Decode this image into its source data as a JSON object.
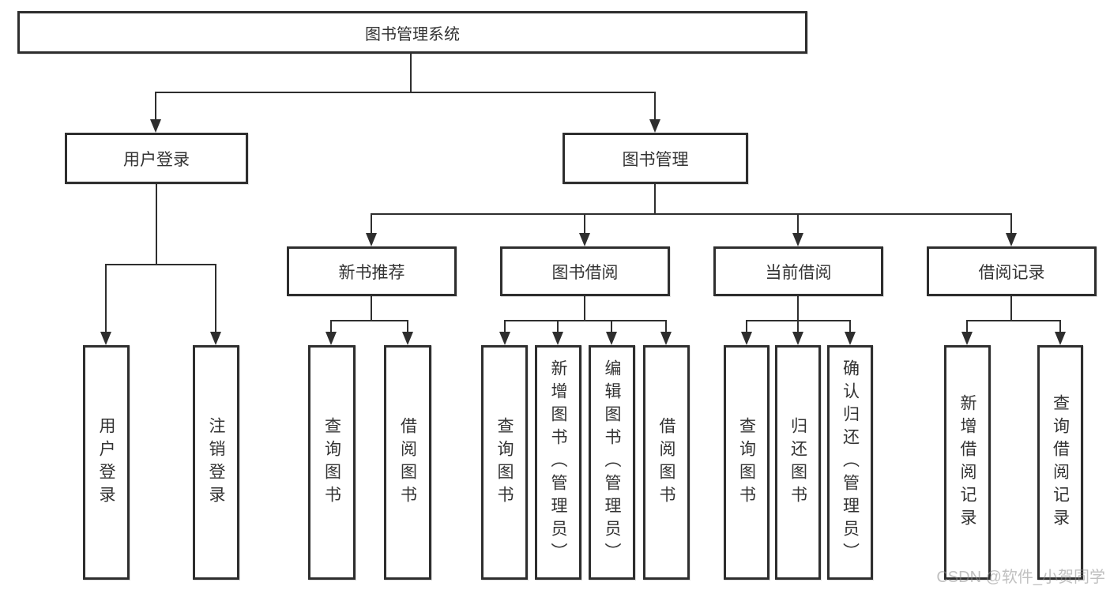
{
  "diagram": {
    "root": {
      "label": "图书管理系统"
    },
    "branches": [
      {
        "label": "用户登录",
        "children": [
          {
            "label": "用户登录"
          },
          {
            "label": "注销登录"
          }
        ]
      },
      {
        "label": "图书管理",
        "children": [
          {
            "label": "新书推荐",
            "children": [
              {
                "label": "查询图书"
              },
              {
                "label": "借阅图书"
              }
            ]
          },
          {
            "label": "图书借阅",
            "children": [
              {
                "label": "查询图书"
              },
              {
                "label": "新增图书（管理员）"
              },
              {
                "label": "编辑图书（管理员）"
              },
              {
                "label": "借阅图书"
              }
            ]
          },
          {
            "label": "当前借阅",
            "children": [
              {
                "label": "查询图书"
              },
              {
                "label": "归还图书"
              },
              {
                "label": "确认归还（管理员）"
              }
            ]
          },
          {
            "label": "借阅记录",
            "children": [
              {
                "label": "新增借阅记录"
              },
              {
                "label": "查询借阅记录"
              }
            ]
          }
        ]
      }
    ]
  },
  "watermark": {
    "text": "CSDN @软件_小贺同学"
  },
  "colors": {
    "line": "#2e2e2e",
    "text": "#333333",
    "background": "#ffffff",
    "watermark": "#8c8c8c"
  }
}
